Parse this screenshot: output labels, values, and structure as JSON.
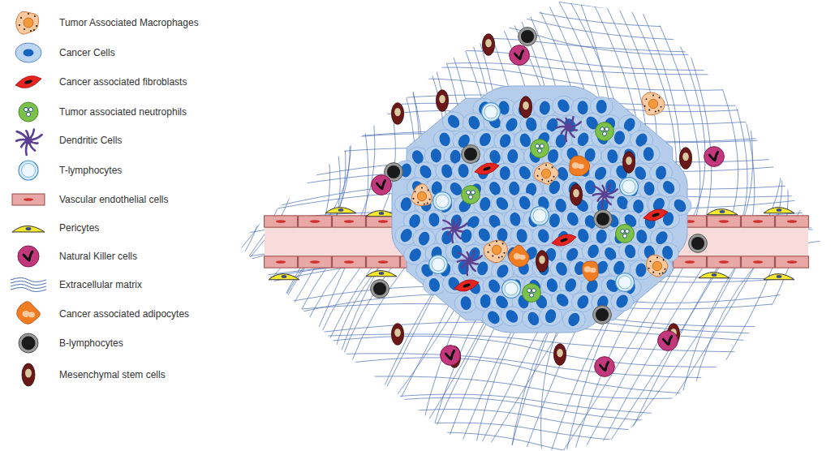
{
  "diagram": {
    "legend": [
      {
        "text": "Tumor Associated Macrophages"
      },
      {
        "text": "Cancer Cells"
      },
      {
        "text": "Cancer associated fibroblasts"
      },
      {
        "text": "Tumor associated neutrophils"
      },
      {
        "text": "Dendritic  Cells"
      },
      {
        "text": "T-lymphocytes"
      },
      {
        "text": "Vascular endothelial cells"
      },
      {
        "text": "Pericytes"
      },
      {
        "text": "Natural Killer  cells"
      },
      {
        "text": "Extracellular matrix"
      },
      {
        "text": "Cancer associated adipocytes"
      },
      {
        "text": "B-lymphocytes"
      },
      {
        "text": "Mesenchymal stem cells"
      }
    ]
  }
}
